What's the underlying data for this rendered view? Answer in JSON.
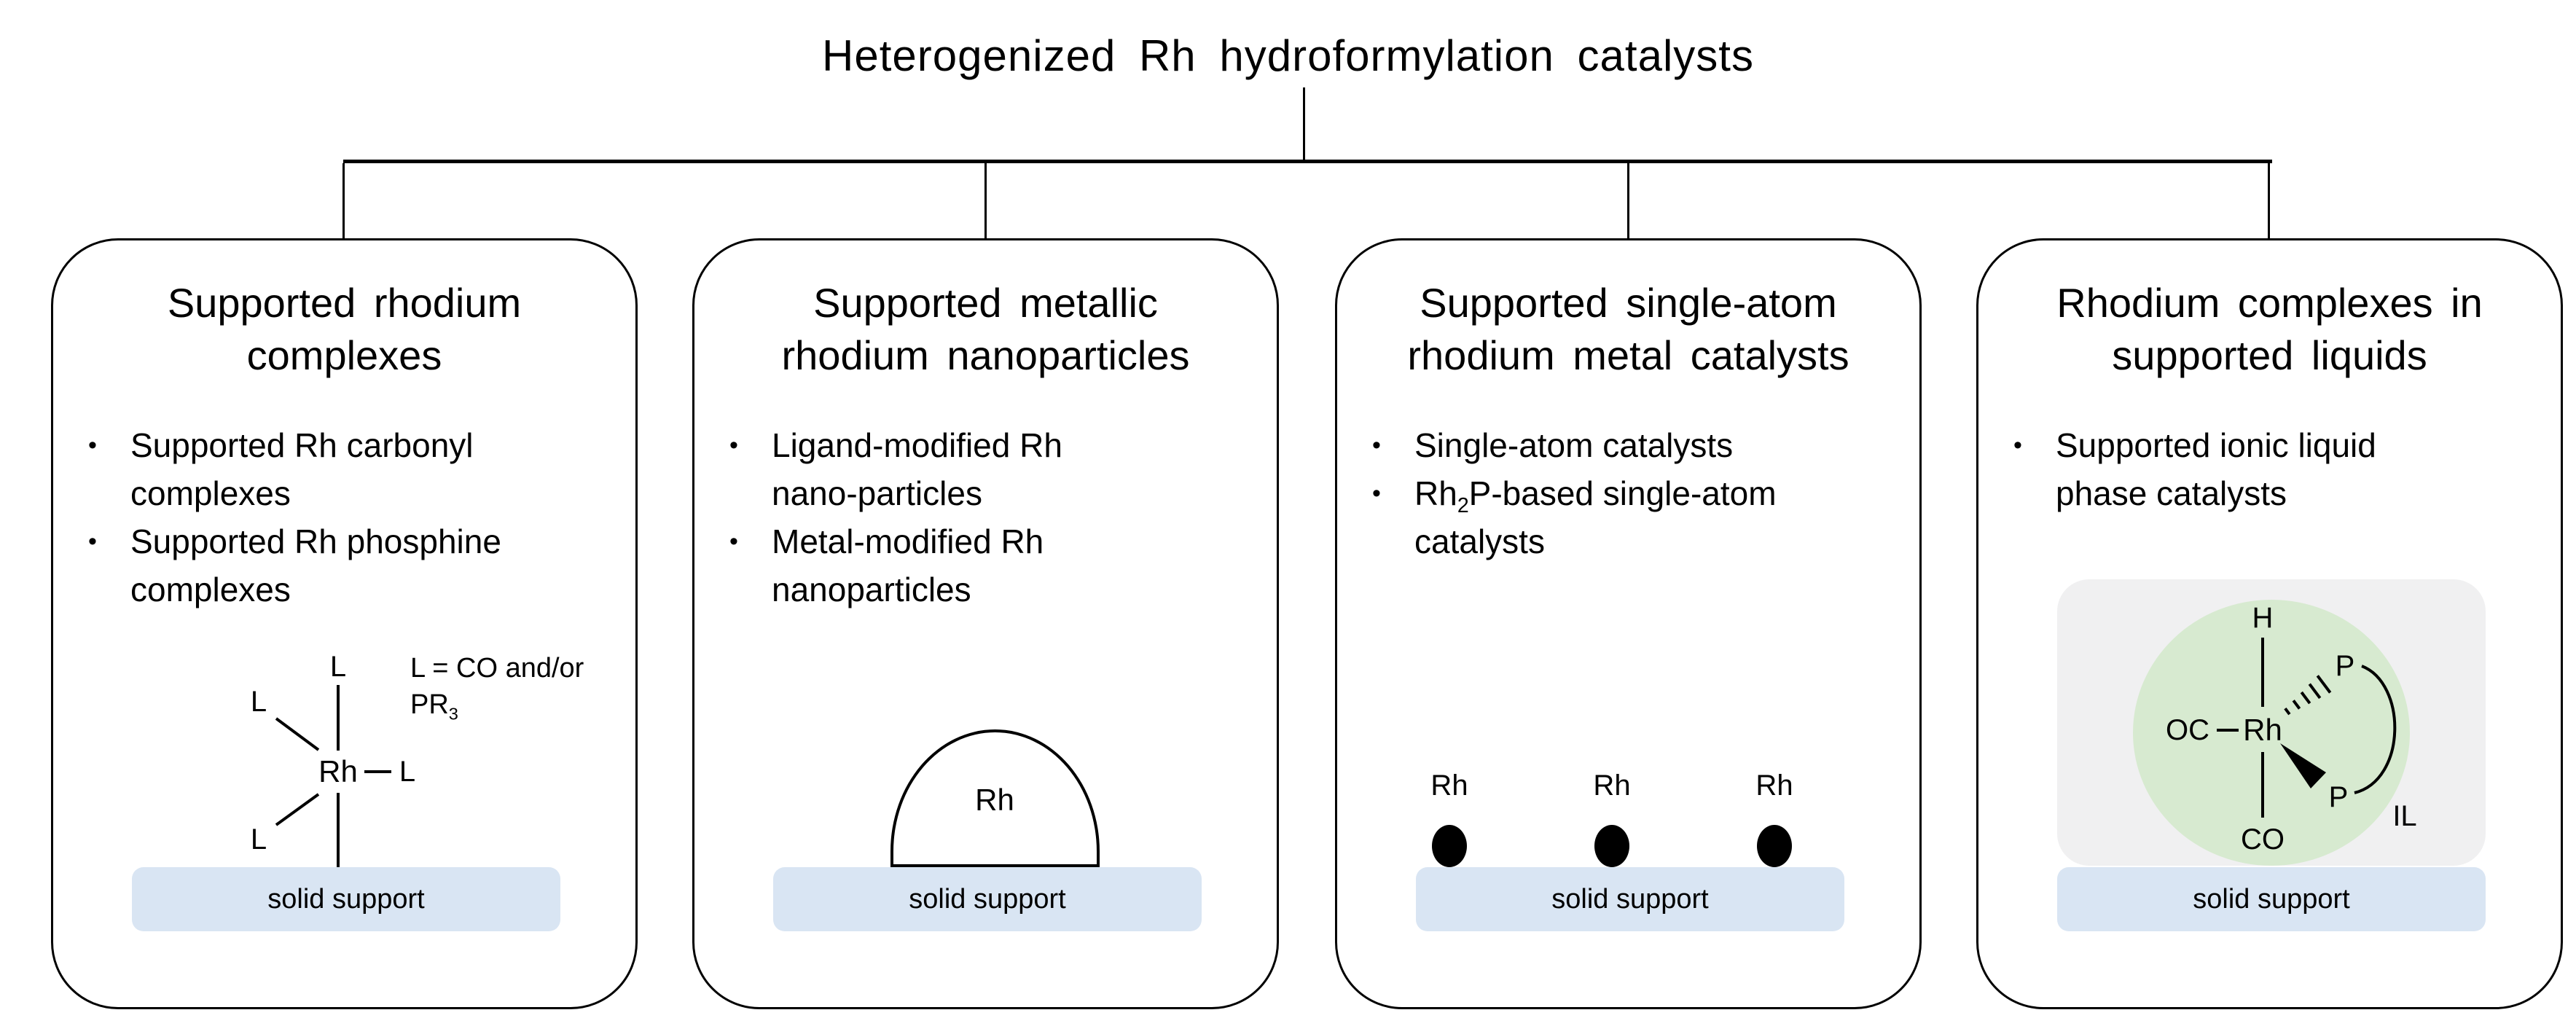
{
  "title": "Heterogenized Rh hydroformylation catalysts",
  "support_label": "solid support",
  "colors": {
    "support_fill": "#d9e5f3",
    "ionic_liquid_pad_fill": "#f0f0f1",
    "ionic_liquid_circle_fill": "#d7ead0",
    "line": "#000000"
  },
  "boxes": [
    {
      "heading_lines": [
        "Supported rhodium",
        "complexes"
      ],
      "bullets": [
        {
          "lines": [
            "Supported Rh carbonyl",
            "complexes"
          ]
        },
        {
          "lines": [
            "Supported Rh phosphine",
            "complexes"
          ]
        }
      ],
      "diagram": {
        "type": "rh-ligand-complex",
        "metal": "Rh",
        "ligand": "L",
        "legend_lines": [
          "L = CO and/or",
          "PR~3~"
        ]
      }
    },
    {
      "heading_lines": [
        "Supported metallic",
        "rhodium nanoparticles"
      ],
      "bullets": [
        {
          "lines": [
            "Ligand-modified Rh",
            "nano-particles"
          ]
        },
        {
          "lines": [
            "Metal-modified Rh",
            "nanoparticles"
          ]
        }
      ],
      "diagram": {
        "type": "nanoparticle-dome",
        "particle_label": "Rh"
      }
    },
    {
      "heading_lines": [
        "Supported single-atom",
        "rhodium metal catalysts"
      ],
      "bullets": [
        {
          "lines": [
            "Single-atom catalysts"
          ]
        },
        {
          "lines": [
            "Rh~2~P-based single-atom",
            "catalysts"
          ]
        }
      ],
      "diagram": {
        "type": "single-atoms",
        "atom_label": "Rh",
        "atom_count": 3
      }
    },
    {
      "heading_lines": [
        "Rhodium complexes in",
        "supported liquids"
      ],
      "bullets": [
        {
          "lines": [
            "Supported ionic liquid",
            "phase catalysts"
          ]
        }
      ],
      "diagram": {
        "type": "silp-complex",
        "metal": "Rh",
        "ligand_top": "H",
        "ligand_left": "OC",
        "ligand_bottom": "CO",
        "p_upper": "P",
        "p_lower": "P",
        "phase_label": "IL"
      }
    }
  ]
}
